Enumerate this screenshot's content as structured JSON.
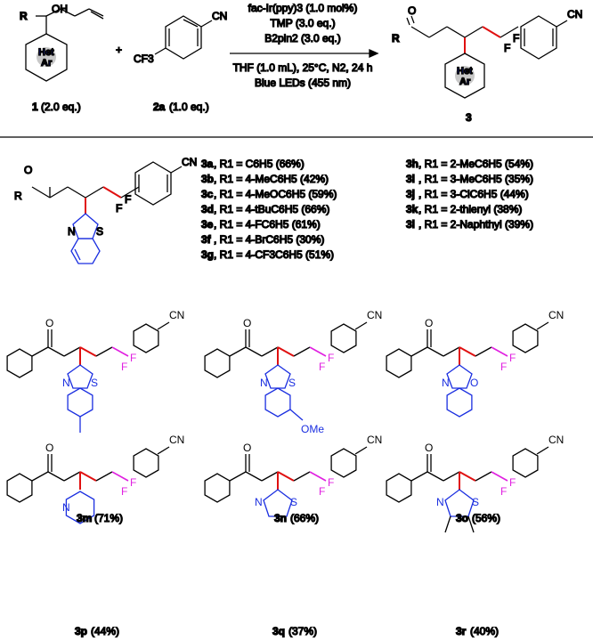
{
  "colors": {
    "heteroaryl": "#1a2ee0",
    "new_bond": "#e01010",
    "fluorine_bond": "#e020e0",
    "text": "#000000"
  },
  "reaction": {
    "reactant1_label": "1",
    "reactant1_eq": "(2.0 eq.)",
    "reactant2_label": "2a",
    "reactant2_eq": "(1.0 eq.)",
    "product_label": "3",
    "plus": "+",
    "cond_catalyst": "fac-Ir(ppy)3 (1.0 mol%)",
    "cond_base": "TMP (3.0 eq.)",
    "cond_boron": "B2pin2 (3.0 eq.)",
    "cond_solvent": "THF (1.0 mL), 25°C, N2, 24 h",
    "cond_light": "Blue LEDs (455 nm)",
    "atoms": {
      "oh": "OH",
      "r1": "R",
      "het": "Het",
      "ar": "Ar",
      "cn": "CN",
      "cf3": "CF3",
      "o": "O",
      "f": "F"
    }
  },
  "scope_list_left": [
    {
      "id": "3a",
      "text": ", R1 = C6H5 (66%)"
    },
    {
      "id": "3b",
      "text": ", R1 = 4-MeC6H5 (42%)"
    },
    {
      "id": "3c",
      "text": ", R1 = 4-MeOC6H5 (59%)"
    },
    {
      "id": "3d",
      "text": ", R1 = 4-tBuC6H5 (66%)"
    },
    {
      "id": "3e",
      "text": ", R1 = 4-FC6H5 (61%)"
    },
    {
      "id": "3f",
      "text": ", R1 = 4-BrC6H5 (30%)"
    },
    {
      "id": "3g",
      "text": ", R1 = 4-CF3C6H5 (51%)"
    }
  ],
  "scope_list_right": [
    {
      "id": "3h",
      "text": ", R1 = 2-MeC6H5 (54%)"
    },
    {
      "id": "3i",
      "text": ", R1 = 3-MeC6H5 (35%)"
    },
    {
      "id": "3j",
      "text": ", R1 = 3-ClC6H5 (44%)"
    },
    {
      "id": "3k",
      "text": ", R1 = 2-thienyl (38%)"
    },
    {
      "id": "3l",
      "text": ", R1 = 2-Naphthyl (39%)"
    }
  ],
  "products": [
    {
      "id": "3m",
      "yield": "(71%)",
      "hetero": "S",
      "sub": "Me"
    },
    {
      "id": "3n",
      "yield": "(66%)",
      "hetero": "S",
      "sub": "OMe"
    },
    {
      "id": "3o",
      "yield": "(56%)",
      "hetero": "O",
      "sub": ""
    },
    {
      "id": "3p",
      "yield": "(44%)",
      "hetero": "pyridine",
      "sub": ""
    },
    {
      "id": "3q",
      "yield": "(37%)",
      "hetero": "thiazole",
      "sub": ""
    },
    {
      "id": "3r",
      "yield": "(40%)",
      "hetero": "dimethylthiazole",
      "sub": ""
    }
  ],
  "atom_labels": {
    "n": "N",
    "s": "S",
    "o": "O",
    "ome": "OMe",
    "cn": "CN",
    "f": "F"
  }
}
